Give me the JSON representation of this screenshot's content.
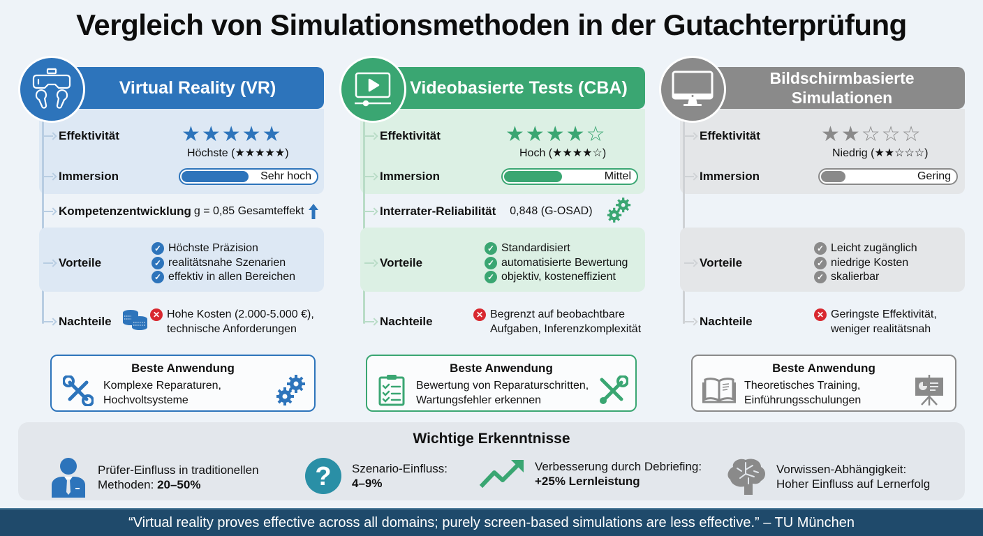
{
  "title": "Vergleich von Simulationsmethoden in der Gutachterprüfung",
  "colors": {
    "vr": "#2d74bb",
    "cba": "#3aa672",
    "screen": "#8a8a8a",
    "negative": "#d8282f",
    "footer": "#1f4a6b"
  },
  "columns": [
    {
      "id": "vr",
      "header": "Virtual Reality (VR)",
      "icon": "vr-headset-icon",
      "effectiveness_label": "Effektivität",
      "stars_filled": 5,
      "stars_visual": "★★★★★",
      "stars_text": "Höchste (★★★★★)",
      "immersion_label": "Immersion",
      "immersion_value": "Sehr hoch",
      "immersion_pct": 55,
      "metric_label": "Kompetenzentwicklung",
      "metric_value": "g = 0,85 Gesamteffekt",
      "metric_icon": "arrow-up-icon",
      "pros_label": "Vorteile",
      "pros": [
        "Höchste Präzision",
        "realitätsnahe Szenarien",
        "effektiv in allen Bereichen"
      ],
      "cons_label": "Nachteile",
      "cons_icon": "coins-icon",
      "cons": [
        "Hohe Kosten (2.000-5.000 €),",
        "technische Anforderungen"
      ],
      "best_title": "Beste Anwendung",
      "best_lines": [
        "Komplexe Reparaturen,",
        "Hochvoltsysteme"
      ],
      "best_icons": [
        "wrench-screwdriver-icon",
        "gears-icon"
      ]
    },
    {
      "id": "cba",
      "header": "Videobasierte Tests (CBA)",
      "icon": "video-player-icon",
      "effectiveness_label": "Effektivität",
      "stars_filled": 4,
      "stars_visual": "★★★★☆",
      "stars_text": "Hoch (★★★★☆)",
      "immersion_label": "Immersion",
      "immersion_value": "Mittel",
      "immersion_pct": 45,
      "metric_label": "Interrater-Reliabilität",
      "metric_value": "0,848 (G-OSAD)",
      "metric_icon": "gears-icon",
      "pros_label": "Vorteile",
      "pros": [
        "Standardisiert",
        "automatisierte Bewertung",
        "objektiv, kosteneffizient"
      ],
      "cons_label": "Nachteile",
      "cons": [
        "Begrenzt auf beobachtbare",
        "Aufgaben, Inferenzkomplexität"
      ],
      "best_title": "Beste Anwendung",
      "best_lines": [
        "Bewertung von Reparaturschritten,",
        "Wartungsfehler erkennen"
      ],
      "best_icons": [
        "clipboard-checklist-icon",
        "wrench-screwdriver-icon"
      ]
    },
    {
      "id": "screen",
      "header": "Bildschirmbasierte Simulationen",
      "header_lines": [
        "Bildschirmbasierte",
        "Simulationen"
      ],
      "icon": "monitor-icon",
      "effectiveness_label": "Effektivität",
      "stars_filled": 2,
      "stars_visual": "★★☆☆☆",
      "stars_text": "Niedrig (★★☆☆☆)",
      "immersion_label": "Immersion",
      "immersion_value": "Gering",
      "immersion_pct": 18,
      "pros_label": "Vorteile",
      "pros": [
        "Leicht zugänglich",
        "niedrige Kosten",
        "skalierbar"
      ],
      "cons_label": "Nachteile",
      "cons": [
        "Geringste Effektivität,",
        "weniger realitätsnah"
      ],
      "best_title": "Beste Anwendung",
      "best_lines": [
        "Theoretisches Training,",
        "Einführungsschulungen"
      ],
      "best_icons": [
        "open-book-icon",
        "presentation-board-icon"
      ]
    }
  ],
  "insights": {
    "title": "Wichtige Erkenntnisse",
    "items": [
      {
        "icon": "examiner-person-icon",
        "line1": "Prüfer-Einfluss in traditionellen",
        "line2_prefix": "Methoden: ",
        "line2_bold": "20–50%"
      },
      {
        "icon": "question-icon",
        "line1": "Szenario-Einfluss:",
        "line2_prefix": "",
        "line2_bold": "4–9%"
      },
      {
        "icon": "trend-up-icon",
        "line1": "Verbesserung durch Debriefing:",
        "line2_prefix": "",
        "line2_bold": "+25% Lernleistung"
      },
      {
        "icon": "brain-icon",
        "line1": "Vorwissen-Abhängigkeit:",
        "line2_prefix": "Hoher Einfluss auf Lernerfolg",
        "line2_bold": ""
      }
    ]
  },
  "footer": {
    "quote": "“Virtual reality proves effective across all domains; purely screen-based simulations are less effective.” – TU München"
  }
}
